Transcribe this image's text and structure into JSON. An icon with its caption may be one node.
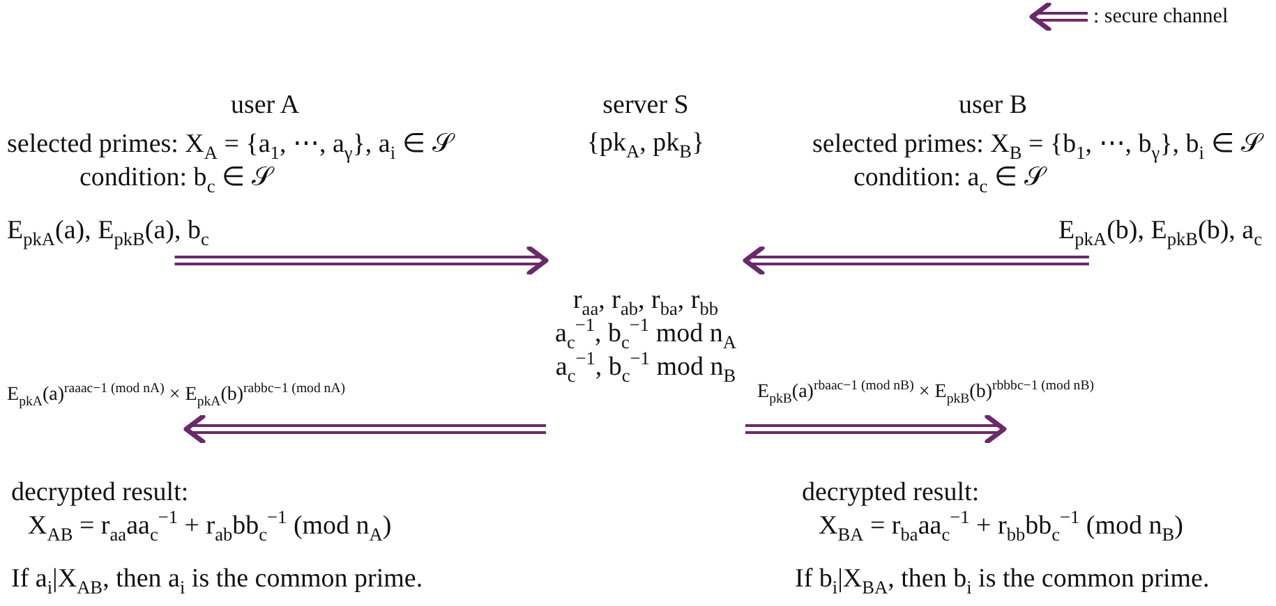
{
  "diagram": {
    "nodes": [
      {
        "text": [
          "E$_{pkA}$(a), E$_{pkB}$(a), b$_{c}$"
        ]
      },
      {
        "text": [
          "E$_{pkA}$(b), E$_{pkB}$(b), a$_{c}$"
        ]
      },
      {
        "text": [
          "r$_{aa}$, r$_{ab}$, r$_{ba}$, r$_{bb}$",
          "a$_{c}$$^{−1}$, b$_{c}$$^{−1}$ mod n$_{A}$",
          "a$_{c}$$^{−1}$, b$_{c}$$^{−1}$ mod n$_{B}$"
        ]
      },
      {
        "text": [
          "decrypted result:",
          "X$_{AB}$ = r$_{aa}$aa$_{c}$$^{−1}$ + r$_{ab}$bb$_{c}$$^{−1}$ (mod n$_{A}$)"
        ]
      },
      {
        "text": [
          "decrypted result:",
          "X$_{BA}$ = r$_{ba}$aa$_{c}$$^{−1}$ + r$_{bb}$bb$_{c}$$^{−1}$ (mod n$_{B}$)"
        ]
      }
    ],
    "edges": [
      {
        "from": 0,
        "to": 2,
        "arrow": "to"
      },
      {
        "from": 1,
        "to": 2,
        "arrow": "to"
      },
      {
        "from": 2,
        "to": 3,
        "arrow": "to",
        "label": "E$_{pkA}$(a)$^{raaac−1 (mod nA)}$ × E$_{pkA}$(b)$^{rabbc−1 (mod nA)}$"
      },
      {
        "from": 2,
        "to": 4,
        "arrow": "to",
        "label": "E$_{pkB}$(a)$^{rbaac−1 (mod nB)}$ × E$_{pkB}$(b)$^{rbbbc−1 (mod nB)}$"
      }
    ],
    "labels": [
      "user A",
      "server S",
      "user B",
      "selected primes: X$_{A}$ = {a$_{1}$, ⋯, a$_{γ}$}, a$_{i}$ ∈ 𝒮",
      "{pk$_{A}$, pk$_{B}$}",
      "selected primes: X$_{B}$ = {b$_{1}$, ⋯, b$_{γ}$}, b$_{i}$ ∈ 𝒮",
      "condition: b$_{c}$ ∈ 𝒮",
      "condition: a$_{c}$ ∈ 𝒮",
      "If a$_{i}$|X$_{AB}$, then a$_{i}$ is the common prime.",
      "If b$_{i}$|X$_{BA}$, then b$_{i}$ is the common prime."
    ],
    "legend": [
      {
        "text": ": secure channel"
      }
    ]
  }
}
